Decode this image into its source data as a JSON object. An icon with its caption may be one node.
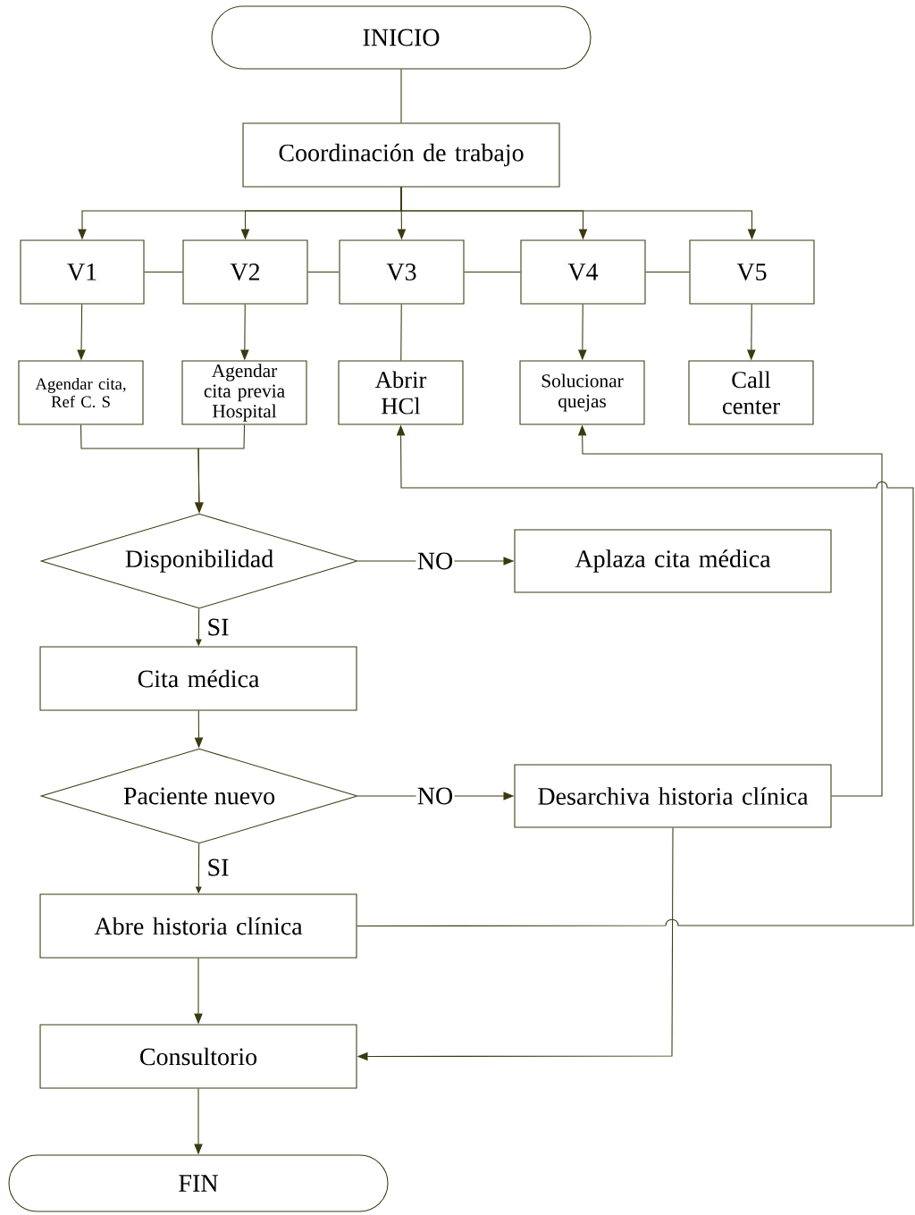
{
  "diagram": {
    "nodes": [
      {
        "text": [
          "INICIO"
        ]
      },
      {
        "text": [
          "Coordinación de trabajo"
        ]
      },
      {
        "text": [
          "V1"
        ]
      },
      {
        "text": [
          "V2"
        ]
      },
      {
        "text": [
          "V3"
        ]
      },
      {
        "text": [
          "V4"
        ]
      },
      {
        "text": [
          "V5"
        ]
      },
      {
        "text": [
          "Agendar cita, Ref C. S"
        ]
      },
      {
        "text": [
          "Agendar cita previa Hospital"
        ]
      },
      {
        "text": [
          "Abrir HCl"
        ]
      },
      {
        "text": [
          "Solucionar quejas"
        ]
      },
      {
        "text": [
          "Call center"
        ]
      },
      {
        "text": [
          "Disponibilidad"
        ]
      },
      {
        "text": [
          "Aplaza cita médica"
        ]
      },
      {
        "text": [
          "Cita médica"
        ]
      },
      {
        "text": [
          "Paciente nuevo"
        ]
      },
      {
        "text": [
          "Desarchiva historia clínica"
        ]
      },
      {
        "text": [
          "Abre historia clínica"
        ]
      },
      {
        "text": [
          "Consultorio"
        ]
      },
      {
        "text": [
          "FIN"
        ]
      }
    ],
    "edges": [
      {
        "from": 0,
        "to": 1,
        "arrow": "none"
      },
      {
        "from": 1,
        "to": 2,
        "arrow": "to"
      },
      {
        "from": 1,
        "to": 3,
        "arrow": "to"
      },
      {
        "from": 1,
        "to": 4,
        "arrow": "to"
      },
      {
        "from": 1,
        "to": 5,
        "arrow": "to"
      },
      {
        "from": 1,
        "to": 6,
        "arrow": "to"
      },
      {
        "from": 2,
        "to": 3,
        "arrow": "none"
      },
      {
        "from": 3,
        "to": 4,
        "arrow": "none"
      },
      {
        "from": 4,
        "to": 5,
        "arrow": "none"
      },
      {
        "from": 5,
        "to": 6,
        "arrow": "none"
      },
      {
        "from": 2,
        "to": 7,
        "arrow": "to"
      },
      {
        "from": 3,
        "to": 8,
        "arrow": "to"
      },
      {
        "from": 4,
        "to": 9,
        "arrow": "none"
      },
      {
        "from": 5,
        "to": 10,
        "arrow": "to"
      },
      {
        "from": 6,
        "to": 11,
        "arrow": "to"
      },
      {
        "from": 7,
        "to": 12,
        "arrow": "to"
      },
      {
        "from": 8,
        "to": 12,
        "arrow": "to"
      },
      {
        "from": 12,
        "to": 13,
        "label": "NO",
        "arrow": "to"
      },
      {
        "from": 12,
        "to": 14,
        "label": "SI",
        "arrow": "to"
      },
      {
        "from": 14,
        "to": 15,
        "arrow": "to"
      },
      {
        "from": 15,
        "to": 16,
        "label": "NO",
        "arrow": "to"
      },
      {
        "from": 15,
        "to": 17,
        "label": "SI",
        "arrow": "to"
      },
      {
        "from": 16,
        "to": 10,
        "arrow": "to"
      },
      {
        "from": 17,
        "to": 9,
        "arrow": "to"
      },
      {
        "from": 16,
        "to": 18,
        "arrow": "to"
      },
      {
        "from": 17,
        "to": 18,
        "arrow": "to"
      },
      {
        "from": 18,
        "to": 19,
        "arrow": "to"
      }
    ]
  }
}
